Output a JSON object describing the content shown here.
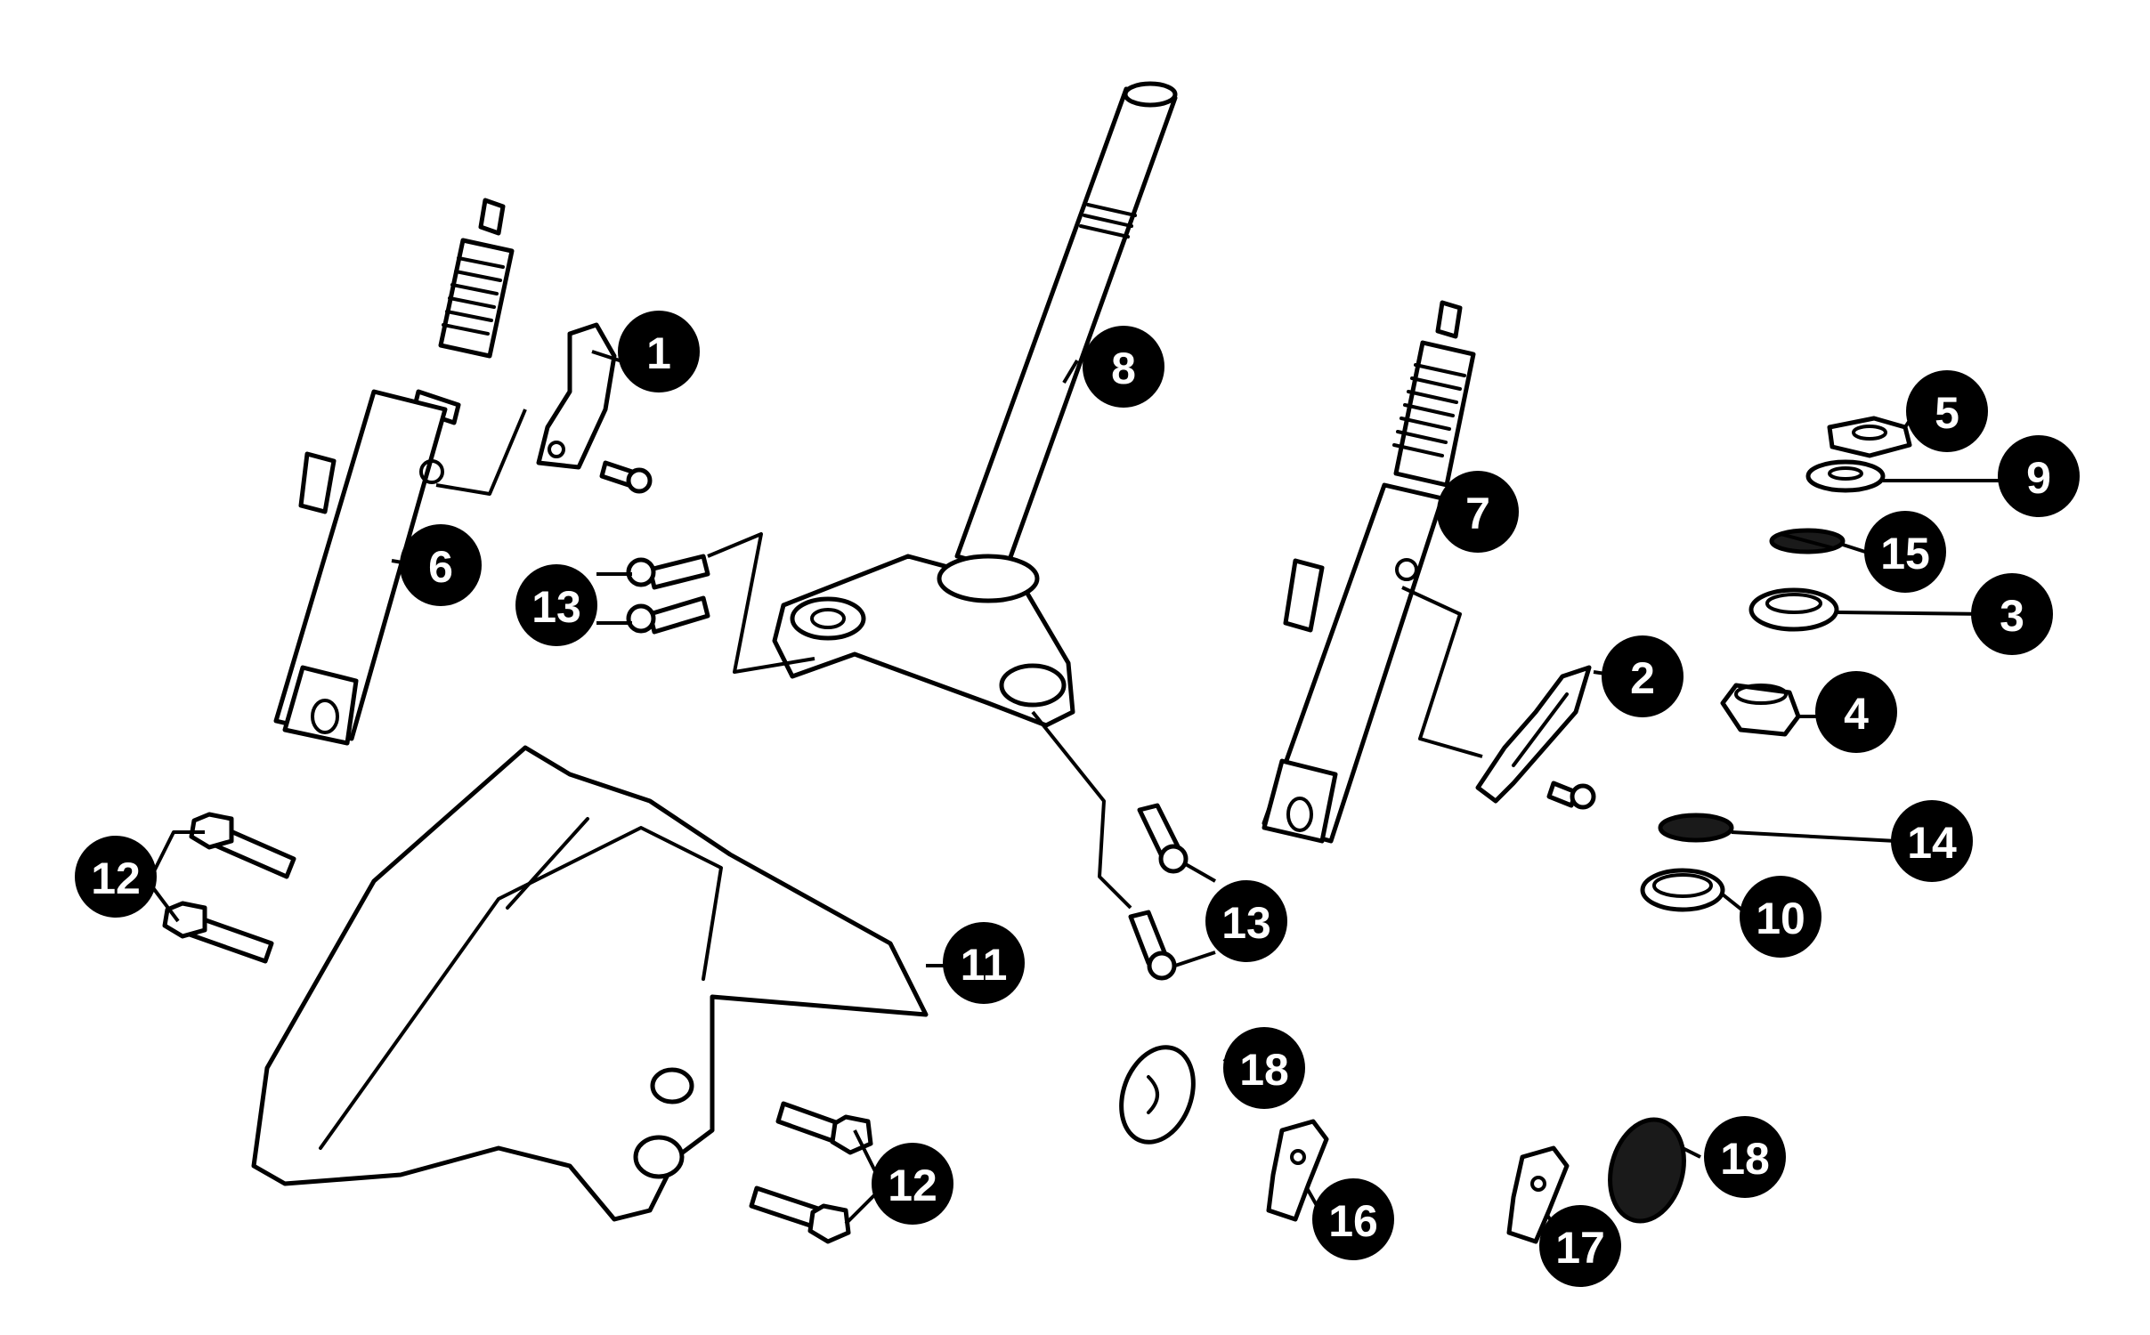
{
  "callouts": {
    "c1": "1",
    "c2": "2",
    "c3": "3",
    "c4": "4",
    "c5": "5",
    "c6": "6",
    "c7": "7",
    "c8": "8",
    "c9": "9",
    "c10": "10",
    "c11": "11",
    "c12a": "12",
    "c12b": "12",
    "c13a": "13",
    "c13b": "13",
    "c14": "14",
    "c15": "15",
    "c16": "16",
    "c17": "17",
    "c18a": "18",
    "c18b": "18"
  },
  "colors": {
    "ink": "#000000",
    "paper": "#ffffff",
    "badge_text": "#ffffff"
  }
}
